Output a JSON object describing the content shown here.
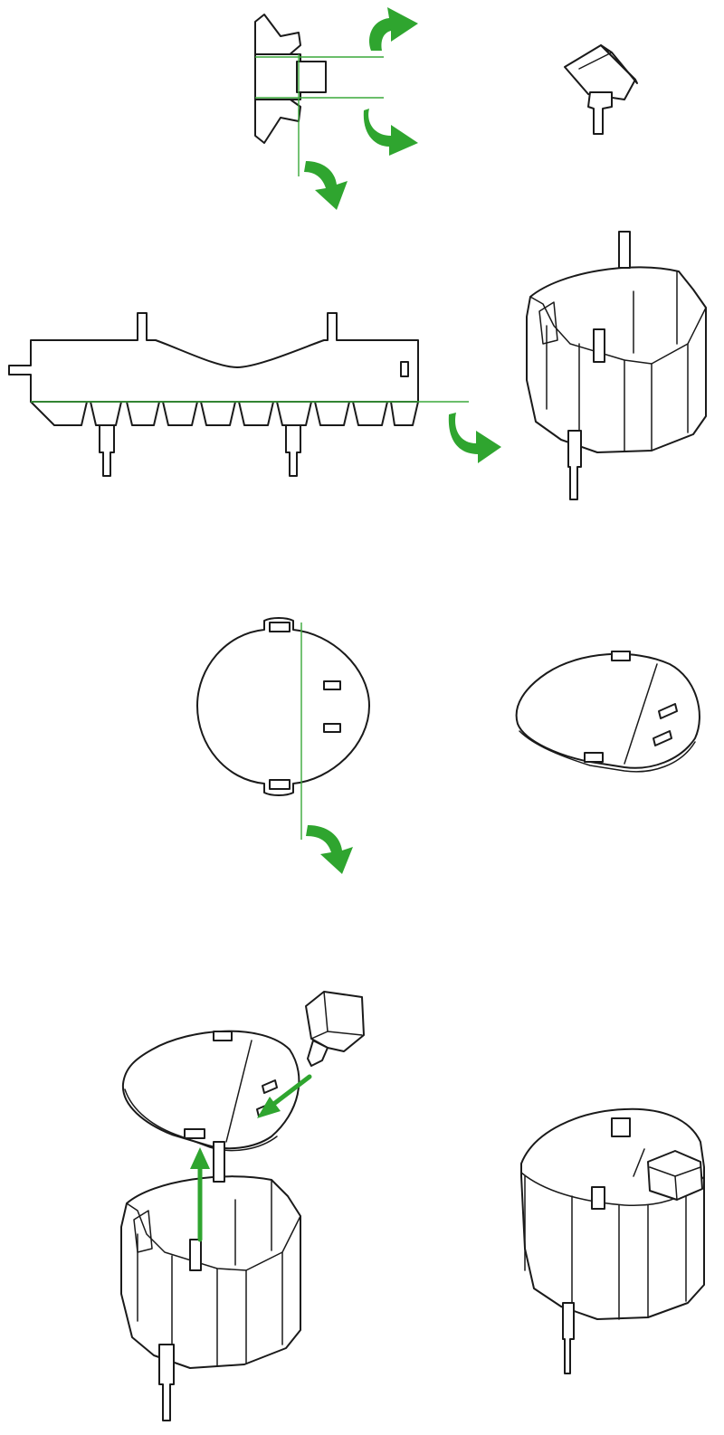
{
  "diagram": {
    "background": "#ffffff",
    "line_color": "#1a1a1a",
    "fold_line_color": "#3aa83a",
    "arrow_color": "#2fa52f",
    "steps": [
      {
        "part": "small-bracket",
        "action": "fold"
      },
      {
        "part": "cylinder-wall-strip",
        "action": "fold"
      },
      {
        "part": "round-lid",
        "action": "fold"
      },
      {
        "part": "assembly",
        "action": "assemble"
      }
    ]
  }
}
